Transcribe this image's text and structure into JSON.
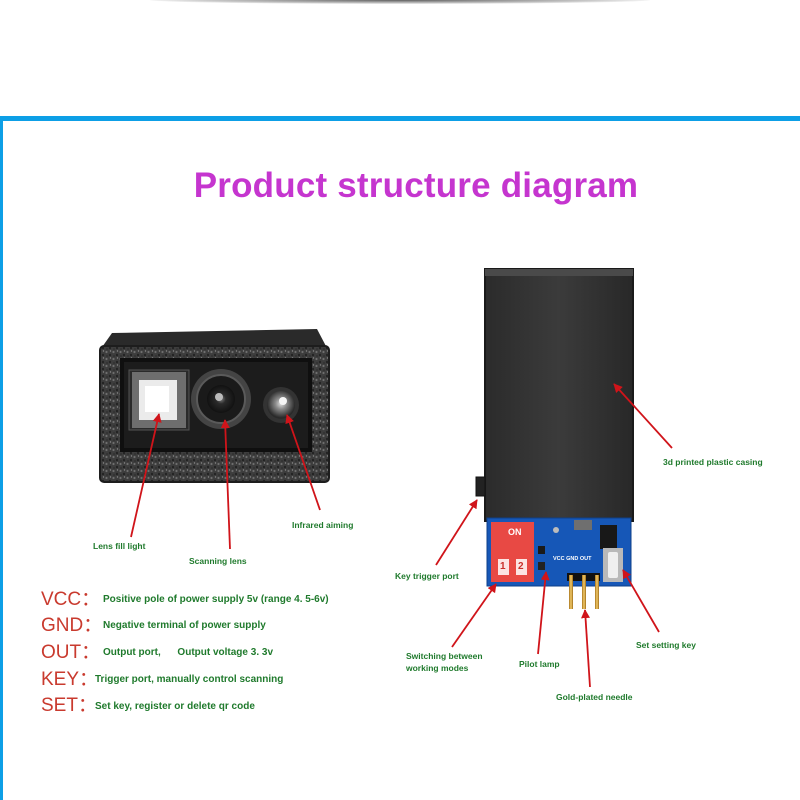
{
  "title": "Product structure diagram",
  "labels": {
    "lens_fill_light": "Lens fill light",
    "scanning_lens": "Scanning lens",
    "infrared_aiming": "Infrared aiming",
    "plastic_casing": "3d printed plastic casing",
    "key_trigger_port": "Key trigger port",
    "switching_modes_line1": "Switching between",
    "switching_modes_line2": "working modes",
    "pilot_lamp": "Pilot lamp",
    "set_setting_key": "Set setting key",
    "gold_plated_needle": "Gold-plated needle"
  },
  "board": {
    "dip_on": "ON",
    "dip_1": "1",
    "dip_2": "2",
    "pin_labels": "VCC GND OUT"
  },
  "pin_legend": [
    {
      "term": "VCC：",
      "desc": "Positive pole of power supply 5v (range 4. 5-6v)"
    },
    {
      "term": "GND：",
      "desc": "Negative terminal of power supply"
    },
    {
      "term": "OUT：",
      "desc": "Output port,      Output voltage 3. 3v"
    },
    {
      "term": "KEY：",
      "desc": "Trigger port, manually control scanning"
    },
    {
      "term": "SET：",
      "desc": "Set key, register or delete qr code"
    }
  ],
  "colors": {
    "frame": "#0d9fe6",
    "title": "#c535cf",
    "caption": "#1f7a2c",
    "term": "#c93a2e",
    "arrow": "#d0141a"
  }
}
